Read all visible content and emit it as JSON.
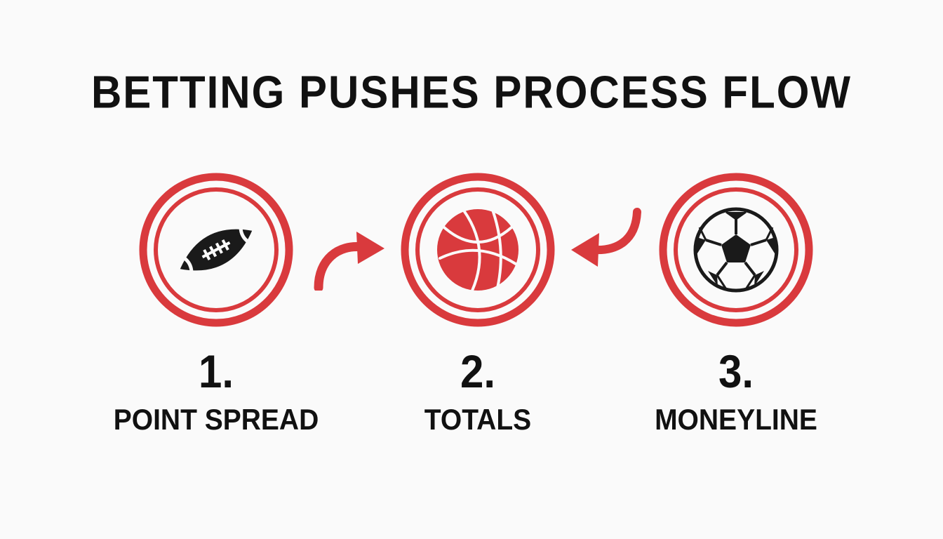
{
  "title": "BETTING PUSHES PROCESS FLOW",
  "colors": {
    "accent": "#d93a3d",
    "ink": "#1a1a1a",
    "background": "#fafafa"
  },
  "steps": [
    {
      "number": "1.",
      "label": "POINT SPREAD",
      "icon": "football-icon"
    },
    {
      "number": "2.",
      "label": "TOTALS",
      "icon": "basketball-icon"
    },
    {
      "number": "3.",
      "label": "MONEYLINE",
      "icon": "soccer-ball-icon"
    }
  ],
  "connectors": [
    {
      "from": "POINT SPREAD",
      "to": "TOTALS",
      "icon": "curved-arrow-right-icon"
    },
    {
      "from": "MONEYLINE",
      "to": "TOTALS",
      "icon": "curved-arrow-left-icon"
    }
  ]
}
